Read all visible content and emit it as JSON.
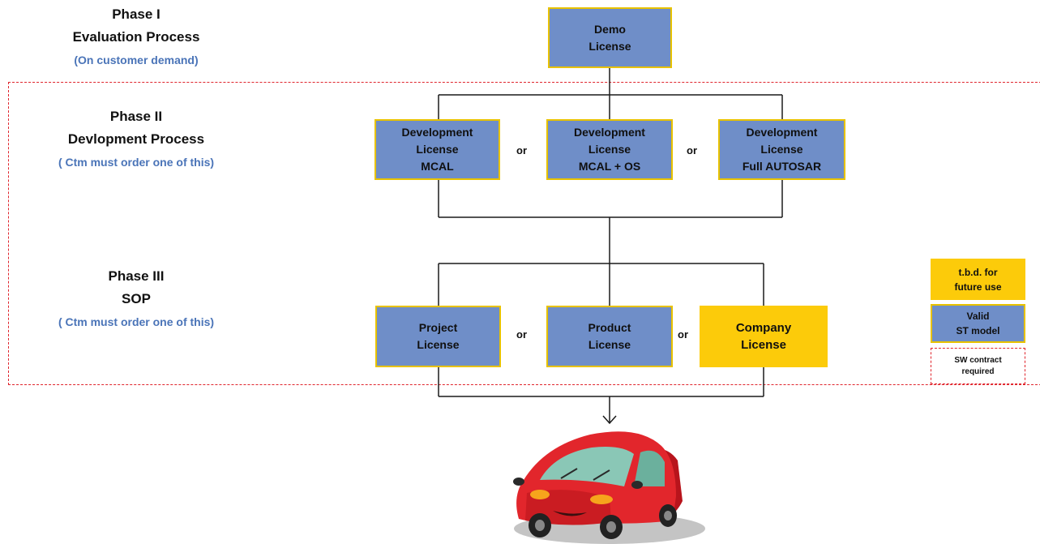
{
  "phases": [
    {
      "title_lines": [
        "Phase I",
        "Evaluation Process"
      ],
      "note": "(On customer demand)"
    },
    {
      "title_lines": [
        "Phase II",
        "Devlopment Process"
      ],
      "note": "( Ctm must order one of this)"
    },
    {
      "title_lines": [
        "Phase  III",
        "SOP"
      ],
      "note": "( Ctm must order one of this)"
    }
  ],
  "boxes": {
    "demo": [
      "Demo",
      "License"
    ],
    "dev_mcal": [
      "Development",
      "License",
      "MCAL"
    ],
    "dev_mcal_os": [
      "Development",
      "License",
      "MCAL + OS"
    ],
    "dev_full": [
      "Development",
      "License",
      "Full AUTOSAR"
    ],
    "project": [
      "Project",
      "License"
    ],
    "product": [
      "Product",
      "License"
    ],
    "company": [
      "Company",
      "License"
    ]
  },
  "or_label": "or",
  "legend": {
    "tbd": [
      "t.b.d. for",
      "future use"
    ],
    "valid": [
      "Valid",
      "ST model"
    ],
    "sw_contract": [
      "SW contract",
      "required"
    ]
  },
  "colors": {
    "valid_box": "#6f8ec8",
    "tbd_box": "#fccb0a",
    "box_border": "#e8c200",
    "contract_dashed": "#e0242c",
    "phase_note": "#4a74b8"
  },
  "icons": {
    "end_product": "red-car-icon"
  }
}
